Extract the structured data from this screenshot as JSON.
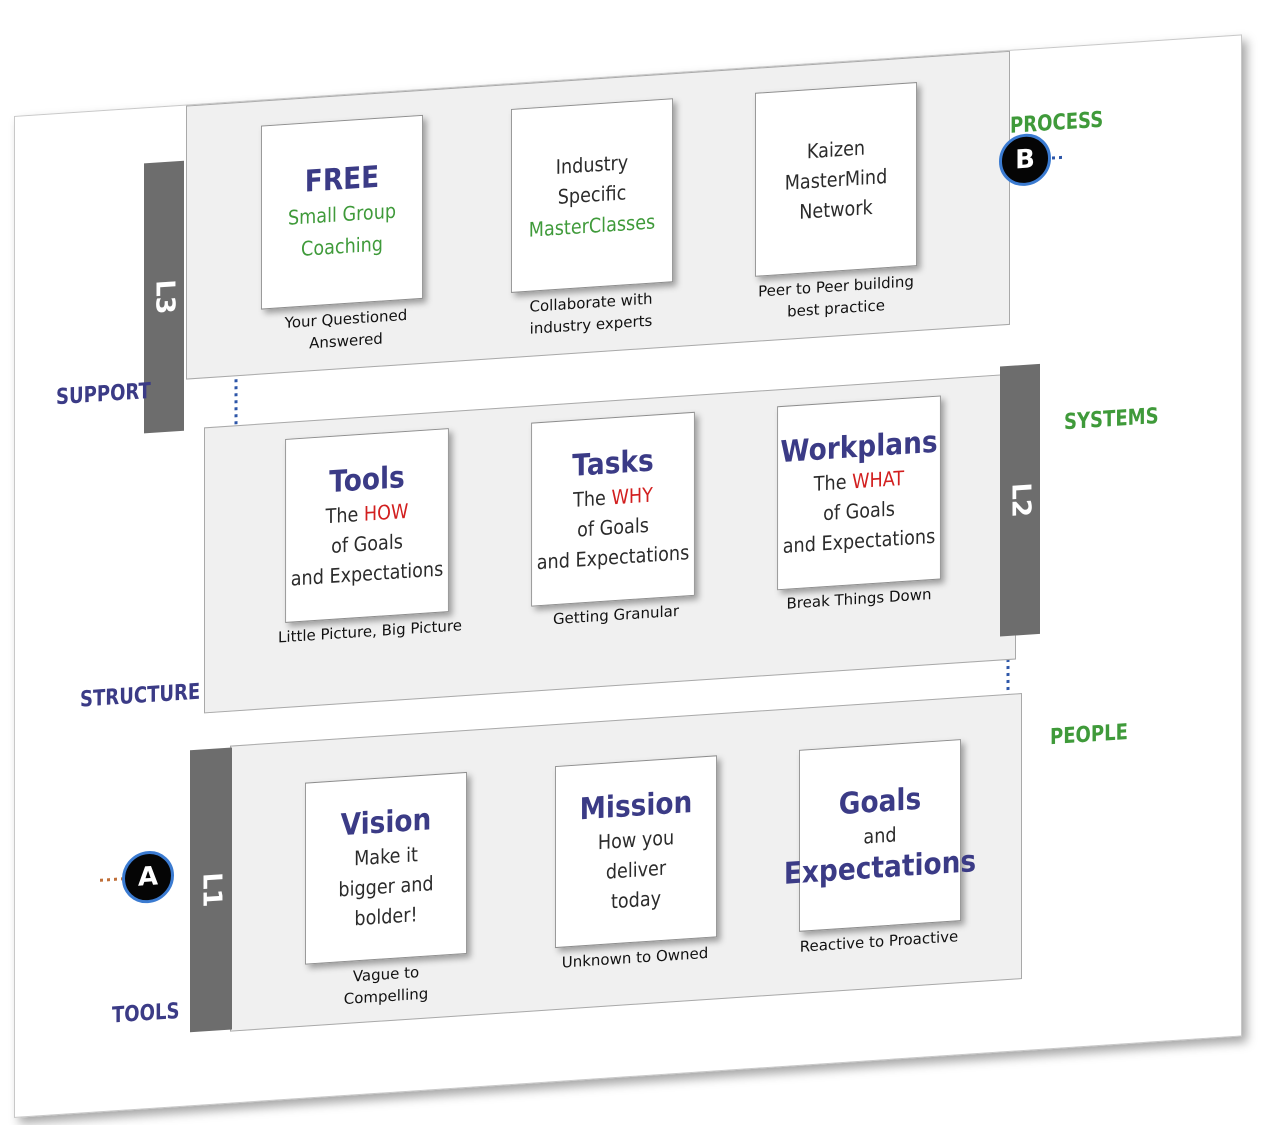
{
  "levels": {
    "l3": {
      "bar_label": "L3",
      "boxes": [
        {
          "line1": "FREE",
          "line2": "Small Group",
          "line3": "Coaching",
          "caption": "Your Questioned Answered"
        },
        {
          "line1": "Industry",
          "line2": "Specific",
          "line3": "MasterClasses",
          "caption": "Collaborate with industry experts"
        },
        {
          "line1": "Kaizen",
          "line2": "MasterMind",
          "line3": "Network",
          "caption": "Peer to Peer building best practice"
        }
      ]
    },
    "l2": {
      "bar_label": "L2",
      "boxes": [
        {
          "title": "Workplans",
          "pre": "The ",
          "highlight": "WHAT",
          "line2": "of Goals",
          "line3": "and Expectations",
          "caption": "Break Things Down"
        },
        {
          "title": "Tasks",
          "pre": "The ",
          "highlight": "WHY",
          "line2": "of Goals",
          "line3": "and Expectations",
          "caption": "Getting Granular"
        },
        {
          "title": "Tools",
          "pre": "The ",
          "highlight": "HOW",
          "line2": "of Goals",
          "line3": "and Expectations",
          "caption": "Little Picture, Big Picture"
        }
      ]
    },
    "l1": {
      "bar_label": "L1",
      "boxes": [
        {
          "title": "Vision",
          "line1": "Make it",
          "line2": "bigger and",
          "line3": "bolder!",
          "caption": "Vague to Compelling"
        },
        {
          "title": "Mission",
          "line1": "How you",
          "line2": "deliver",
          "line3": "today",
          "caption": "Unknown to Owned"
        },
        {
          "title": "Goals",
          "line1": "and",
          "line2": "Expectations",
          "caption": "Reactive to Proactive"
        }
      ]
    }
  },
  "side_labels": {
    "support": "SUPPORT",
    "structure": "STRUCTURE",
    "tools": "TOOLS",
    "process": "PROCESS",
    "systems": "SYSTEMS",
    "people": "PEOPLE"
  },
  "nodes": {
    "start": "A",
    "end": "B"
  },
  "colors": {
    "title_blue": "#3b3b86",
    "accent_green": "#3f9a3a",
    "highlight_red": "#d21f1f",
    "bar_gray": "#6d6d6d",
    "panel_gray": "#f0f0f0",
    "arrow_blue": "#2d56a8",
    "lead_orange": "#c0703a"
  }
}
